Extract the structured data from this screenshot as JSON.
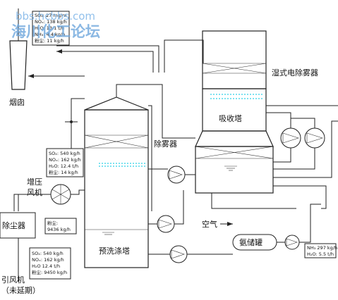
{
  "watermark": {
    "url": "bbs.hcbbs.com",
    "forum": "海川化工论坛"
  },
  "labels": {
    "chimney": "烟囱",
    "wesp": "湿式电除雾器",
    "absorber": "吸收塔",
    "demister": "除雾器",
    "booster_fan_line1": "增压",
    "booster_fan_line2": "风机",
    "dust_collector": "除尘器",
    "air": "空气",
    "ammonia_tank": "氨储罐",
    "prewash_tower": "预洗涤塔",
    "id_fan_line1": "引风机",
    "id_fan_line2": "（未延期）"
  },
  "data_boxes": {
    "stack_outlet": [
      "SO₂: 27 mg/m",
      "NOₓ: 138 kg/h",
      "H₂O: 13.1 t/h",
      "NH₃: 4.4 kg/h",
      "粉尘: 11 kg/h"
    ],
    "fan_outlet": [
      "SO₂: 540 kg/h",
      "NOₓ: 162 kg/h",
      "H₂O: 12.4 t/h",
      "粉尘: 14 kg/h"
    ],
    "dust_collector_outlet": [
      "粉尘:",
      "9436 kg/h"
    ],
    "inlet": [
      "SO₂: 540 kg/h",
      "NOₓ: 162 kg/h",
      "H₂O  12.4 t/h",
      "粉尘: 9450 kg/h"
    ],
    "ammonia_feed": [
      "NH₃ 297 kg/h",
      "H₂O: 5.5 t/h"
    ]
  }
}
